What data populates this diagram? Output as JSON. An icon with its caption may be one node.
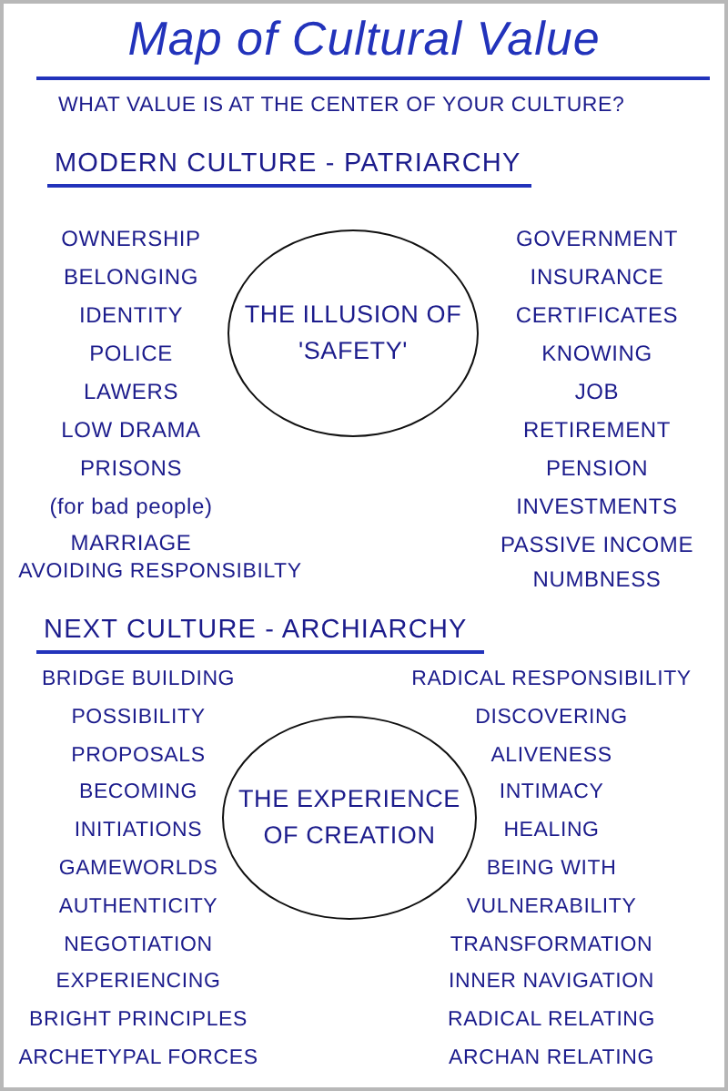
{
  "diagram": {
    "title": "Map of Cultural Value",
    "nodes": [
      {
        "text": [
          "THE ILLUSION OF 'SAFETY'"
        ]
      },
      {
        "text": [
          "THE EXPERIENCE OF CREATION"
        ]
      }
    ],
    "labels": [
      "WHAT VALUE IS AT THE CENTER OF YOUR CULTURE?",
      "MODERN CULTURE - PATRIARCHY",
      "OWNERSHIP",
      "BELONGING",
      "IDENTITY",
      "POLICE",
      "LAWERS",
      "LOW DRAMA",
      "PRISONS",
      "(for bad people)",
      "MARRIAGE",
      "AVOIDING RESPONSIBILTY",
      "GOVERNMENT",
      "INSURANCE",
      "CERTIFICATES",
      "KNOWING",
      "JOB",
      "RETIREMENT",
      "PENSION",
      "INVESTMENTS",
      "PASSIVE INCOME",
      "NUMBNESS",
      "NEXT CULTURE - ARCHIARCHY",
      "BRIDGE BUILDING",
      "POSSIBILITY",
      "PROPOSALS",
      "BECOMING",
      "INITIATIONS",
      "GAMEWORLDS",
      "AUTHENTICITY",
      "NEGOTIATION",
      "EXPERIENCING",
      "BRIGHT PRINCIPLES",
      "ARCHETYPAL FORCES",
      "RADICAL RESPONSIBILITY",
      "DISCOVERING",
      "ALIVENESS",
      "INTIMACY",
      "HEALING",
      "BEING WITH",
      "VULNERABILITY",
      "TRANSFORMATION",
      "INNER NAVIGATION",
      "RADICAL RELATING",
      "ARCHAN RELATING"
    ]
  }
}
